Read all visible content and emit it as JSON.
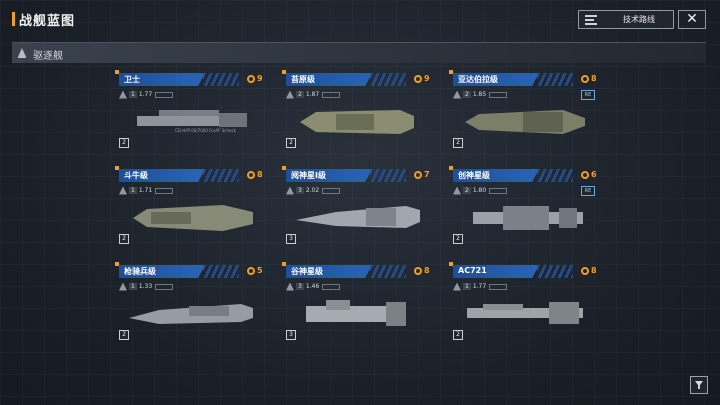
{
  "header": {
    "title": "战舰蓝图",
    "tech_route_label": "技术路线",
    "close_label": "✕"
  },
  "section": {
    "label": "驱逐舰"
  },
  "cards": [
    {
      "name": "卫士",
      "rating": "9",
      "level": "1",
      "stat_value": "1.77",
      "has_re": false,
      "command": "2",
      "tiny": "CD-HAT-06/7000 ForAF Scheck",
      "hull_color": "#8e949b"
    },
    {
      "name": "苔原级",
      "rating": "9",
      "level": "2",
      "stat_value": "1.87",
      "has_re": false,
      "command": "2",
      "tiny": "",
      "hull_color": "#8a8d72"
    },
    {
      "name": "亚达伯拉级",
      "rating": "8",
      "level": "2",
      "stat_value": "1.85",
      "has_re": true,
      "command": "2",
      "tiny": "",
      "hull_color": "#7b7f68"
    },
    {
      "name": "斗牛级",
      "rating": "8",
      "level": "1",
      "stat_value": "1.71",
      "has_re": false,
      "command": "2",
      "tiny": "",
      "hull_color": "#878a76"
    },
    {
      "name": "阋神星I级",
      "rating": "7",
      "level": "3",
      "stat_value": "2.02",
      "has_re": false,
      "command": "3",
      "tiny": "",
      "hull_color": "#a0a7af"
    },
    {
      "name": "创神星级",
      "rating": "6",
      "level": "2",
      "stat_value": "1.80",
      "has_re": true,
      "command": "2",
      "tiny": "",
      "hull_color": "#9aa1a9"
    },
    {
      "name": "枪骑兵级",
      "rating": "5",
      "level": "1",
      "stat_value": "1.33",
      "has_re": false,
      "command": "2",
      "tiny": "",
      "hull_color": "#959ca4"
    },
    {
      "name": "谷神星级",
      "rating": "8",
      "level": "3",
      "stat_value": "1.46",
      "has_re": false,
      "command": "3",
      "tiny": "",
      "hull_color": "#a6abb1"
    },
    {
      "name": "AC721",
      "rating": "8",
      "level": "1",
      "stat_value": "1.77",
      "has_re": false,
      "command": "2",
      "tiny": "",
      "hull_color": "#9ea3a8"
    }
  ],
  "re_label": "RE",
  "icons": {
    "close": "close-icon",
    "tech_route": "tech-tree-icon",
    "filter": "filter-icon",
    "section": "warship-icon",
    "rating": "gear-icon"
  },
  "colors": {
    "accent": "#f0a020",
    "name_bar": "#2b64b5",
    "background": "#1b2028"
  }
}
